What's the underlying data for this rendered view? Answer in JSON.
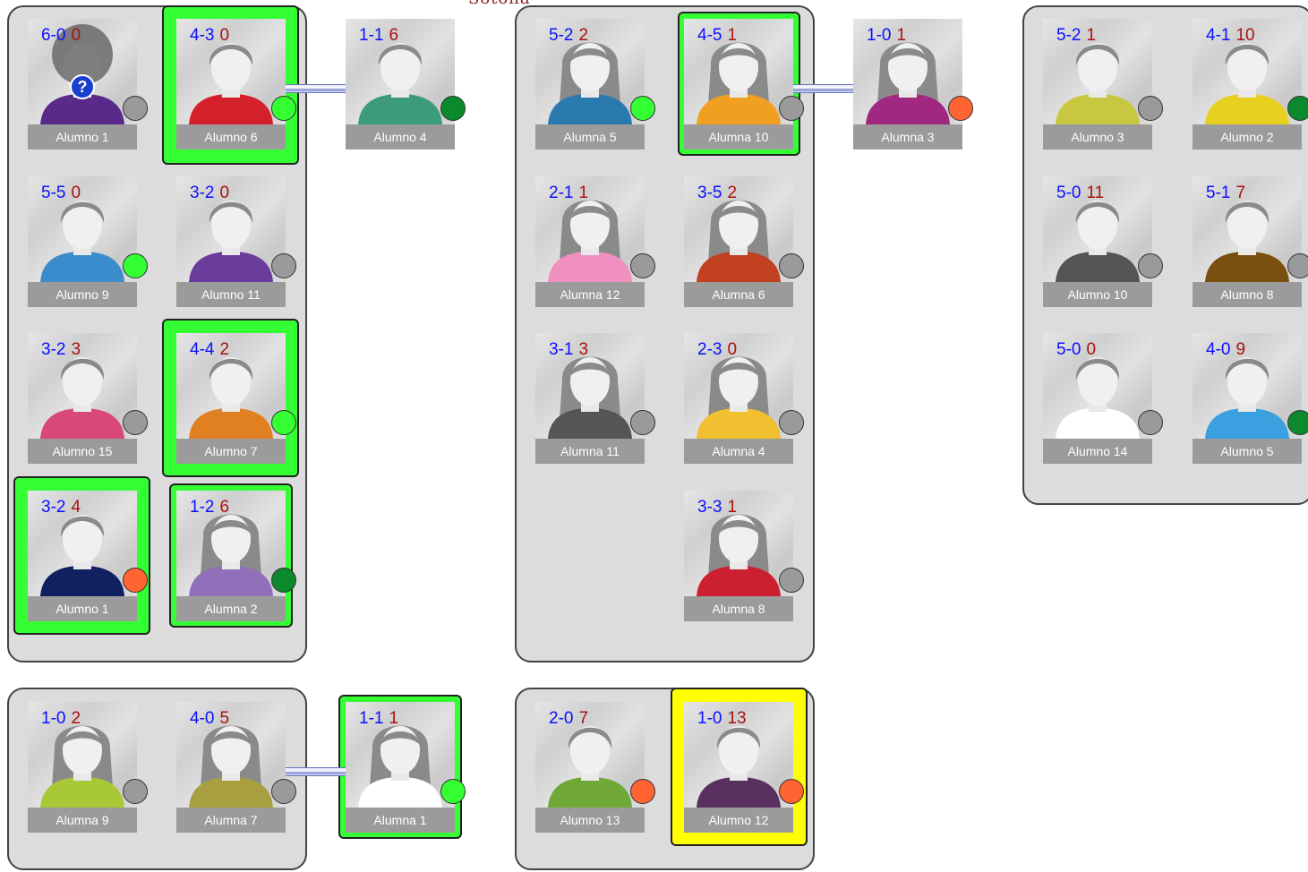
{
  "header": {
    "title_fragment": "Sotona"
  },
  "colors": {
    "green": "#33ff33",
    "dark_green": "#0a8a2c",
    "gray": "#9a9a9a",
    "orange": "#ff6432",
    "yellow": "#ffff00",
    "record_blue": "#0a10ff",
    "points_red": "#aa1111"
  },
  "cards": [
    {
      "name": "Alumno 1",
      "record": "6-0",
      "points": "0",
      "status": "unknown",
      "shirt": "#5a2a8a",
      "hair": "#6a6a6a",
      "unknown_icon": "?"
    },
    {
      "name": "Alumno 6",
      "record": "4-3",
      "points": "0",
      "status": "green",
      "shirt": "#d4202a",
      "hair": "#8a8a8a"
    },
    {
      "name": "Alumno 4",
      "record": "1-1",
      "points": "6",
      "status": "dark_green",
      "shirt": "#3c9c7a",
      "hair": "#8a8a8a"
    },
    {
      "name": "Alumna 5",
      "record": "5-2",
      "points": "2",
      "status": "green",
      "shirt": "#2a7ab0",
      "hair": "#8a8a8a"
    },
    {
      "name": "Alumna 10",
      "record": "4-5",
      "points": "1",
      "status": "gray",
      "shirt": "#f0a020",
      "hair": "#8a8a8a"
    },
    {
      "name": "Alumna 3",
      "record": "1-0",
      "points": "1",
      "status": "orange",
      "shirt": "#a02880",
      "hair": "#8a8a8a"
    },
    {
      "name": "Alumno 3",
      "record": "5-2",
      "points": "1",
      "status": "gray",
      "shirt": "#c8c840",
      "hair": "#8a8a8a"
    },
    {
      "name": "Alumno 2",
      "record": "4-1",
      "points": "10",
      "status": "dark_green",
      "shirt": "#e8d020",
      "hair": "#8a8a8a"
    },
    {
      "name": "Alumno 9",
      "record": "5-5",
      "points": "0",
      "status": "green",
      "shirt": "#3a8ccc",
      "hair": "#8a8a8a"
    },
    {
      "name": "Alumno 11",
      "record": "3-2",
      "points": "0",
      "status": "gray",
      "shirt": "#6a3c9c",
      "hair": "#8a8a8a"
    },
    {
      "name": "Alumna 12",
      "record": "2-1",
      "points": "1",
      "status": "gray",
      "shirt": "#f090c0",
      "hair": "#8a8a8a"
    },
    {
      "name": "Alumna 6",
      "record": "3-5",
      "points": "2",
      "status": "gray",
      "shirt": "#c04020",
      "hair": "#8a8a8a"
    },
    {
      "name": "Alumno 10",
      "record": "5-0",
      "points": "11",
      "status": "gray",
      "shirt": "#555555",
      "hair": "#8a8a8a"
    },
    {
      "name": "Alumno 8",
      "record": "5-1",
      "points": "7",
      "status": "gray",
      "shirt": "#7a5010",
      "hair": "#8a8a8a"
    },
    {
      "name": "Alumno 15",
      "record": "3-2",
      "points": "3",
      "status": "gray",
      "shirt": "#d84878",
      "hair": "#8a8a8a"
    },
    {
      "name": "Alumno 7",
      "record": "4-4",
      "points": "2",
      "status": "green",
      "shirt": "#e08020",
      "hair": "#8a8a8a"
    },
    {
      "name": "Alumna 11",
      "record": "3-1",
      "points": "3",
      "status": "gray",
      "shirt": "#555555",
      "hair": "#8a8a8a"
    },
    {
      "name": "Alumna 4",
      "record": "2-3",
      "points": "0",
      "status": "gray",
      "shirt": "#f0c030",
      "hair": "#8a8a8a"
    },
    {
      "name": "Alumno 14",
      "record": "5-0",
      "points": "0",
      "status": "gray",
      "shirt": "#ffffff",
      "hair": "#8a8a8a"
    },
    {
      "name": "Alumno 5",
      "record": "4-0",
      "points": "9",
      "status": "dark_green",
      "shirt": "#3aa0e0",
      "hair": "#8a8a8a"
    },
    {
      "name": "Alumno 1",
      "record": "3-2",
      "points": "4",
      "status": "orange",
      "shirt": "#102060",
      "hair": "#8a8a8a"
    },
    {
      "name": "Alumna 2",
      "record": "1-2",
      "points": "6",
      "status": "dark_green",
      "shirt": "#9070b8",
      "hair": "#8a8a8a"
    },
    {
      "name": "Alumna 8",
      "record": "3-3",
      "points": "1",
      "status": "gray",
      "shirt": "#cc2030",
      "hair": "#8a8a8a"
    },
    {
      "name": "Alumna 9",
      "record": "1-0",
      "points": "2",
      "status": "gray",
      "shirt": "#a8c838",
      "hair": "#8a8a8a"
    },
    {
      "name": "Alumna 7",
      "record": "4-0",
      "points": "5",
      "status": "gray",
      "shirt": "#a8a040",
      "hair": "#8a8a8a"
    },
    {
      "name": "Alumna 1",
      "record": "1-1",
      "points": "1",
      "status": "green",
      "shirt": "#ffffff",
      "hair": "#8a8a8a"
    },
    {
      "name": "Alumno 13",
      "record": "2-0",
      "points": "7",
      "status": "orange",
      "shirt": "#70a838",
      "hair": "#8a8a8a"
    },
    {
      "name": "Alumno 12",
      "record": "1-0",
      "points": "13",
      "status": "orange",
      "shirt": "#5a3060",
      "hair": "#8a8a8a"
    }
  ]
}
